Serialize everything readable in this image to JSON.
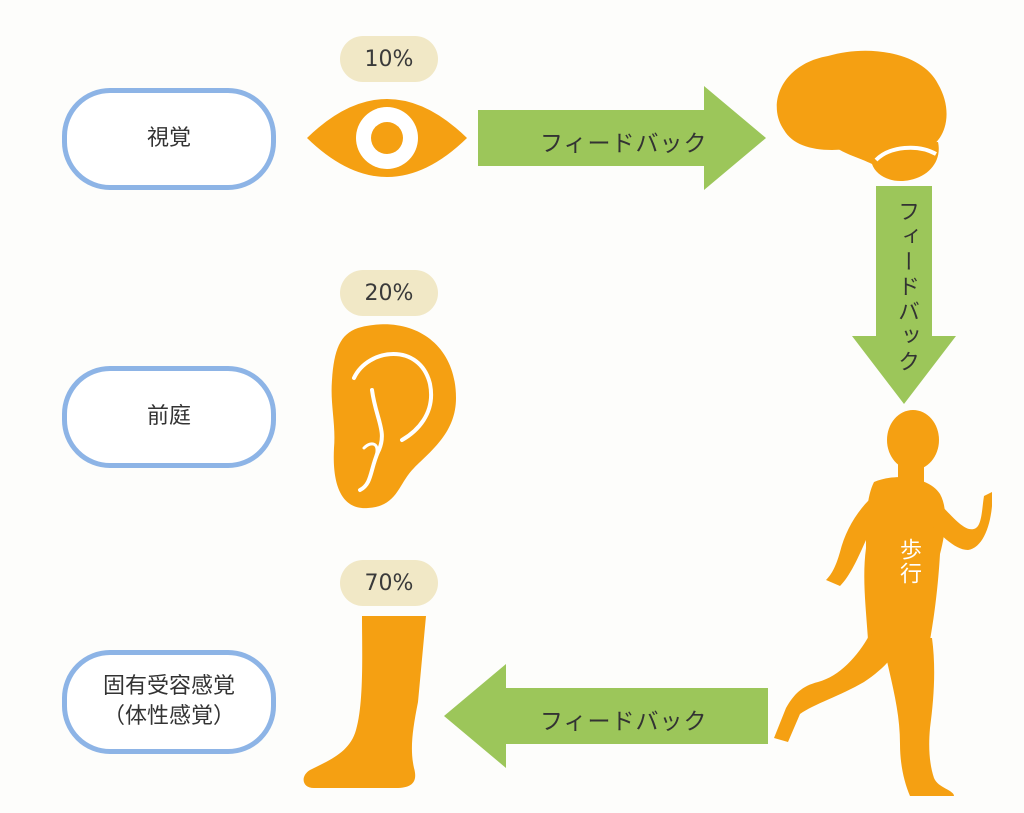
{
  "senses": [
    {
      "label_lines": [
        "視覚"
      ],
      "percent": "10%"
    },
    {
      "label_lines": [
        "前庭"
      ],
      "percent": "20%"
    },
    {
      "label_lines": [
        "固有受容感覚",
        "（体性感覚）"
      ],
      "percent": "70%"
    }
  ],
  "arrows": {
    "top": "フィードバック",
    "right": "フィードバック",
    "bottom": "フィードバック"
  },
  "walking_label": "歩行",
  "colors": {
    "orange": "#f5a012",
    "green": "#9cc65a",
    "pill_border": "#8db4e6",
    "badge": "#f1e8c6"
  },
  "icons": [
    "eye-icon",
    "ear-icon",
    "leg-icon",
    "brain-icon",
    "walking-person-icon"
  ]
}
